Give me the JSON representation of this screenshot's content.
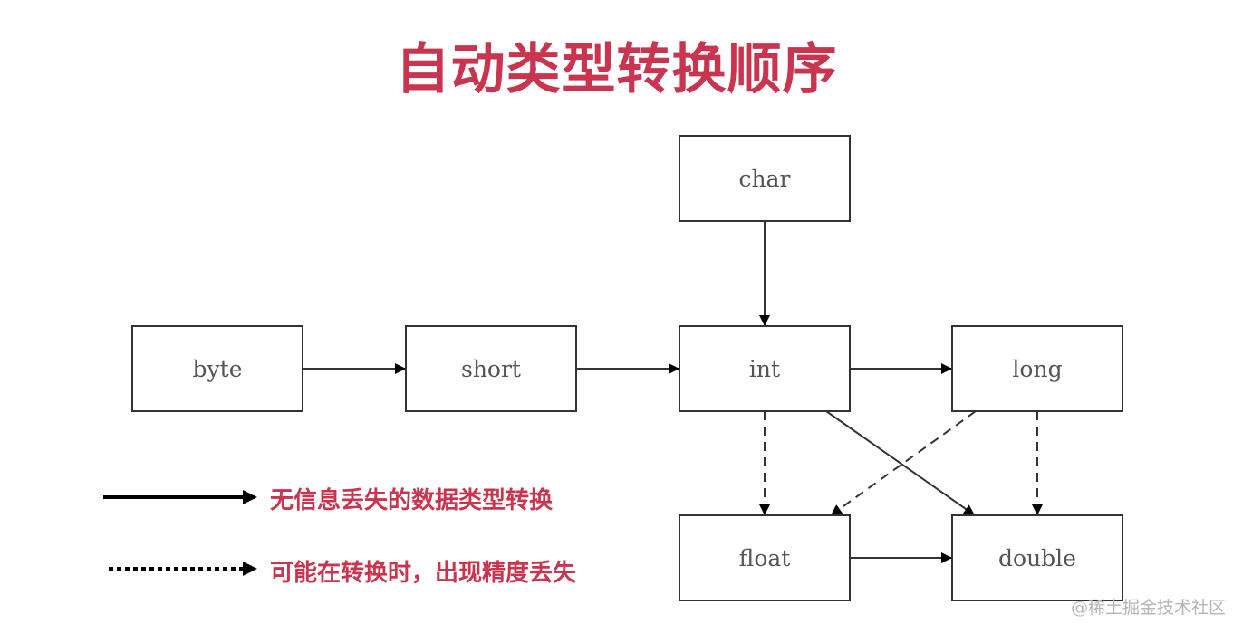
{
  "title": "自动类型转换顺序",
  "colors": {
    "title": "#c9344f",
    "legend_text": "#c9344f",
    "stroke": "#333333",
    "label": "#555555",
    "watermark": "#b5b5b5"
  },
  "nodes": [
    {
      "id": "byte",
      "label": "byte"
    },
    {
      "id": "short",
      "label": "short"
    },
    {
      "id": "char",
      "label": "char"
    },
    {
      "id": "int",
      "label": "int"
    },
    {
      "id": "long",
      "label": "long"
    },
    {
      "id": "float",
      "label": "float"
    },
    {
      "id": "double",
      "label": "double"
    }
  ],
  "edges": [
    {
      "from": "byte",
      "to": "short",
      "style": "solid"
    },
    {
      "from": "short",
      "to": "int",
      "style": "solid"
    },
    {
      "from": "char",
      "to": "int",
      "style": "solid"
    },
    {
      "from": "int",
      "to": "long",
      "style": "solid"
    },
    {
      "from": "int",
      "to": "float",
      "style": "dashed"
    },
    {
      "from": "int",
      "to": "double",
      "style": "solid"
    },
    {
      "from": "long",
      "to": "float",
      "style": "dashed"
    },
    {
      "from": "long",
      "to": "double",
      "style": "dashed"
    },
    {
      "from": "float",
      "to": "double",
      "style": "solid"
    }
  ],
  "legend": [
    {
      "style": "solid",
      "text": "无信息丢失的数据类型转换"
    },
    {
      "style": "dotted",
      "text": "可能在转换时，出现精度丢失"
    }
  ],
  "watermark": "@稀土掘金技术社区"
}
